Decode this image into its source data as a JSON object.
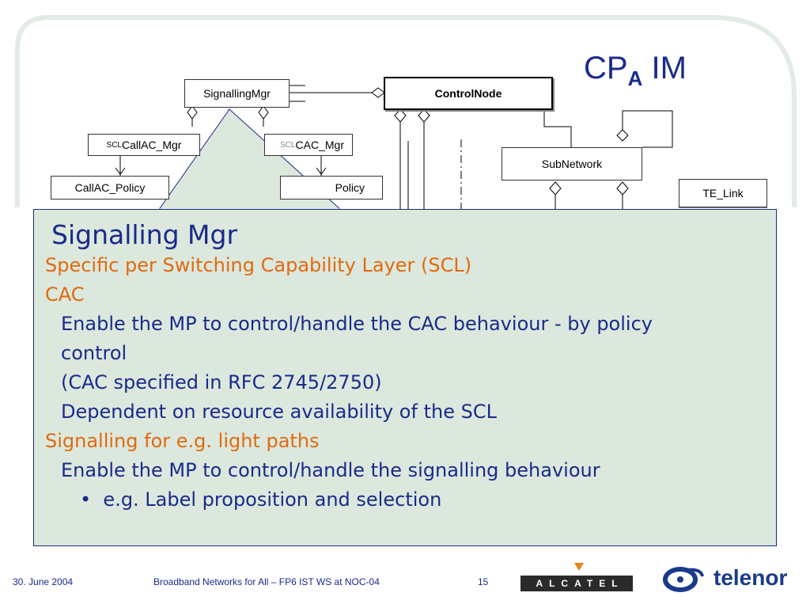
{
  "slide": {
    "title_main": "CP",
    "title_sub": "A",
    "title_suffix": " IM"
  },
  "diagram": {
    "signallingmgr": "SignallingMgr",
    "controlnode": "ControlNode",
    "callac_mgr_prefix": "SCL",
    "callac_mgr": "CallAC_Mgr",
    "cac_mgr_prefix": "SCL",
    "cac_mgr": "CAC_Mgr",
    "callac_policy": "CallAC_Policy",
    "cac_policy": "Policy",
    "subnetwork": "SubNetwork",
    "te_link": "TE_Link"
  },
  "callout": {
    "heading": "Signalling Mgr",
    "line1": "Specific per Switching Capability Layer (SCL)",
    "line2": "CAC",
    "line3": "Enable the MP to control/handle the CAC behaviour - by policy",
    "line4": "control",
    "line5": "(CAC specified in RFC 2745/2750)",
    "line6": "Dependent on resource availability of the SCL",
    "line7": "Signalling for e.g. light paths",
    "line8": "Enable the MP to control/handle the signalling behaviour",
    "bullet": "e.g. Label proposition and selection"
  },
  "footer": {
    "date": "30. June 2004",
    "event": "Broadband Networks for All – FP6 IST WS at NOC-04",
    "page": "15",
    "alcatel": "ALCATEL",
    "telenor": "telenor"
  },
  "colors": {
    "title_blue": "#1a2a8a",
    "accent_orange": "#e06a10",
    "callout_bg": "#dce8dd"
  }
}
